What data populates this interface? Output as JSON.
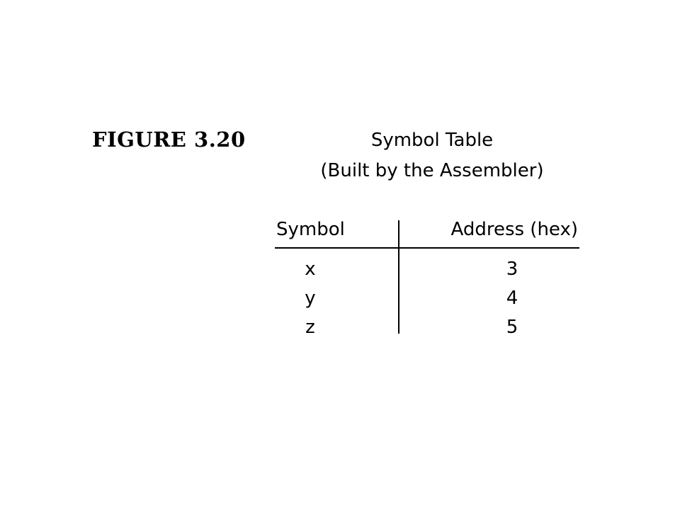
{
  "figure": {
    "label": "FIGURE 3.20",
    "title_line1": "Symbol Table",
    "title_line2": "(Built by the Assembler)"
  },
  "table": {
    "headers": [
      "Symbol",
      "Address (hex)"
    ],
    "rows": [
      [
        "x",
        "3"
      ],
      [
        "y",
        "4"
      ],
      [
        "z",
        "5"
      ]
    ]
  }
}
